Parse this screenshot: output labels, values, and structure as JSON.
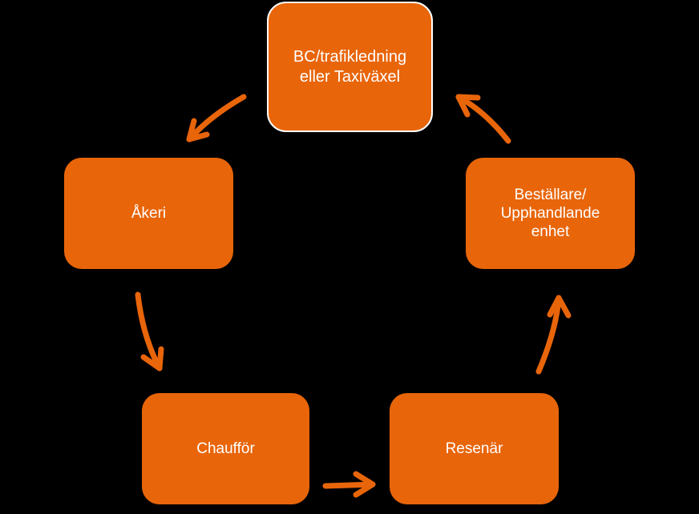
{
  "colors": {
    "background": "#000000",
    "node_fill": "#E8650A",
    "highlight_border": "#FFFFFF",
    "text": "#FFFFFF",
    "arrow": "#E8650A"
  },
  "nodes": [
    {
      "id": "top",
      "label": "BC/trafikledning\neller Taxiväxel",
      "highlighted": true
    },
    {
      "id": "left",
      "label": "Åkeri"
    },
    {
      "id": "bottom_left",
      "label": "Chaufför"
    },
    {
      "id": "bottom_right",
      "label": "Resenär"
    },
    {
      "id": "right",
      "label": "Beställare/\nUpphandlande\nenhet"
    }
  ],
  "edges": [
    {
      "from": "top",
      "to": "left"
    },
    {
      "from": "left",
      "to": "bottom_left"
    },
    {
      "from": "bottom_left",
      "to": "bottom_right"
    },
    {
      "from": "bottom_right",
      "to": "right"
    },
    {
      "from": "right",
      "to": "top"
    }
  ]
}
